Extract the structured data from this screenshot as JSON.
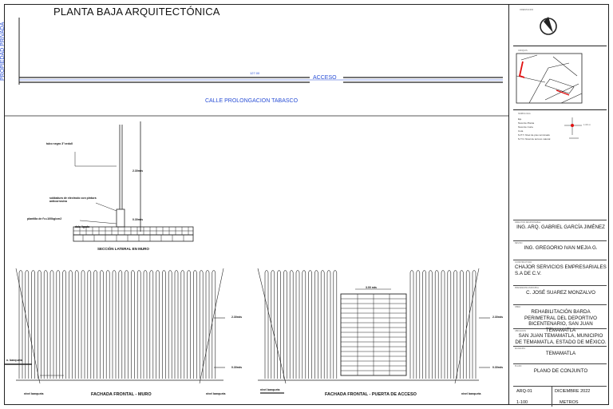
{
  "plan": {
    "title": "PLANTA  BAJA ARQUITECTÓNICA",
    "side_label": "PROPIEDAD PRIVADA",
    "dimension": "127.00",
    "access_label": "ACCESO",
    "street_label": "CALLE PROLONGACION TABASCO"
  },
  "section": {
    "caption": "SECCIÓN LATERAL EN MURO",
    "notes": [
      "tubo negro 3\"cedull",
      "soldadura de electrodo con pintura anticorrosiva",
      "plantilla de f'c=100kg/cm2",
      "dala ligada"
    ],
    "levels": [
      "2.30mts",
      "0.30mts"
    ]
  },
  "front_wall": {
    "caption": "FACHADA FRONTAL - MURO",
    "levels": [
      "2.30mts",
      "0.30mts"
    ],
    "side_note": "n. banqueta",
    "ground_notes": [
      "nivel banqueta",
      "nivel banqueta"
    ]
  },
  "front_gate": {
    "caption": "FACHADA FRONTAL - PUERTA DE ACCESO",
    "gate_width": "3.00 mts",
    "levels": [
      "2.30mts",
      "0.30mts"
    ],
    "ground_notes": [
      "nivel banqueta",
      "nivel banqueta"
    ]
  },
  "titleblock": {
    "north_caption": "ORIENTACION",
    "location_caption": "CROQUIS",
    "legend_caption": "SIMBOLOGIA",
    "legend_lines": [
      "Eje",
      "Nivel de Planta",
      "Nivel de Corte",
      "Cota",
      "N.P.T. Nivel de piso terminado",
      "N.T.N. Nivel de terreno natural"
    ],
    "legend_symbol": "1.00 m",
    "fields": [
      {
        "caption": "DIRECTOR RESPONSABLE",
        "value": "ING. ARQ. GABRIEL GARCÍA JIMÉNEZ"
      },
      {
        "caption": "REVISO",
        "value": "ING. GREGORIO IVAN MEJIA G."
      },
      {
        "caption": "CONSTRUCTORA",
        "value": "CHAJOR SERVICIOS EMPRESARIALES S.A DE C.V."
      },
      {
        "caption": "PRESIDENTE MUNICIPAL",
        "value": "C. JOSÉ SUAREZ MONZALVO"
      },
      {
        "caption": "OBRA",
        "value": "REHABILITACIÓN BARDA PERIMETRAL DEL DEPORTIVO BICENTENARIO, SAN JUAN TEMAMATLA"
      },
      {
        "caption": "UBICACION",
        "value": "SAN JUAN TEMAMATLA, MUNICIPIO DE TEMAMATLA, ESTADO DE MÉXICO."
      },
      {
        "caption": "MUNICIPIO",
        "value": "TEMAMATLA"
      },
      {
        "caption": "PLANO",
        "value": "PLANO DE CONJUNTO"
      }
    ],
    "sheet_no": "ARQ-01",
    "date": "DICIEMBRE 2022",
    "scale": "1-100",
    "units": "METROS"
  },
  "colors": {
    "accent_blue": "#2a4fd6",
    "ink": "#111111",
    "red_marker": "#e01010"
  }
}
